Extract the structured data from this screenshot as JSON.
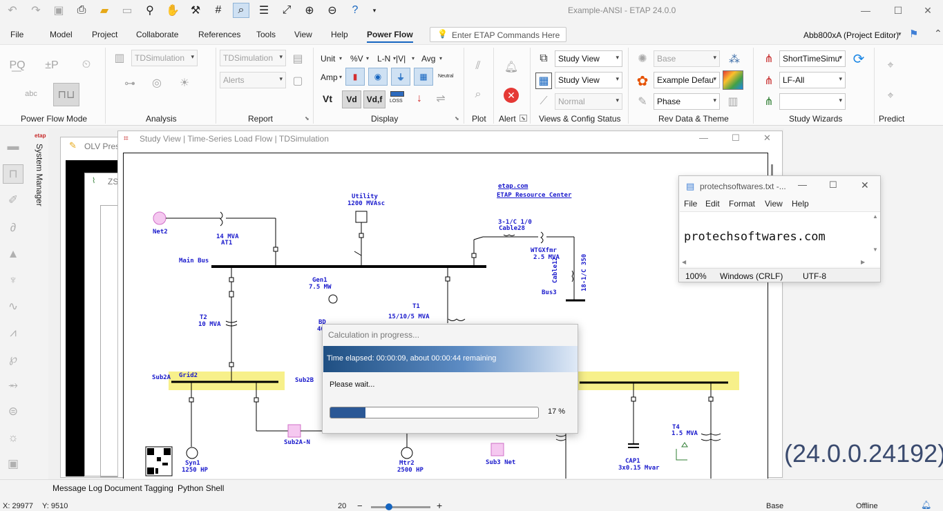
{
  "app": {
    "title": "Example-ANSI - ETAP 24.0.0",
    "user": "Abb800xA (Project Editor)",
    "version": "(24.0.0.24192)",
    "window_controls": [
      "—",
      "☐",
      "✕"
    ]
  },
  "menu": {
    "items": [
      "File",
      "Model",
      "Project",
      "Collaborate",
      "References",
      "Tools",
      "View",
      "Help",
      "Power Flow"
    ],
    "command_placeholder": "Enter ETAP Commands Here"
  },
  "ribbon": {
    "groups": {
      "power_flow_mode": "Power Flow Mode",
      "analysis": "Analysis",
      "report": "Report",
      "display": "Display",
      "plot": "Plot",
      "alert": "Alert",
      "views_config": "Views & Config Status",
      "rev_theme": "Rev Data & Theme",
      "study_wizards": "Study Wizards",
      "predict": "Predict"
    },
    "analysis_combo": "TDSimulation",
    "report_combo": "TDSimulation",
    "report_alerts": "Alerts",
    "display": {
      "unit": "Unit",
      "percent_v": "%V",
      "ln": "L-N",
      "abs_v": "|V|",
      "avg": "Avg",
      "amp": "Amp",
      "neutral": "Neutral",
      "vt": "Vt",
      "vd": "Vd",
      "vdf": "Vd,f",
      "loss": "LOSS"
    },
    "views": {
      "study_view_1": "Study View",
      "study_view_2": "Study View",
      "normal": "Normal"
    },
    "rev": {
      "base": "Base",
      "theme": "Example Defau",
      "phase": "Phase"
    },
    "wizards": {
      "short_time": "ShortTimeSimu",
      "lf_all": "LF-All",
      "empty": ""
    }
  },
  "dock": {
    "system_manager": "System Manager"
  },
  "windows": {
    "olv_title": "OLV Pres",
    "zs_title": "ZS",
    "study_view_title": "Study View | Time-Series Load Flow | TDSimulation"
  },
  "diagram": {
    "labels": {
      "net2": "Net2",
      "at1_mva": "14 MVA",
      "at1": "AT1",
      "utility": "Utility",
      "utility_mvasc": "1200 MVAsc",
      "etap_com": "etap.com",
      "etap_rc": "ETAP Resource Center",
      "cable28_size": "3-1/C 1/0",
      "cable28": "Cable28",
      "wtgxfmr": "WTGXfmr",
      "wtgxfmr_mva": "2.5 MVA",
      "cable12": "Cable12",
      "cable12_size": "18-1/C 350",
      "main_bus": "Main Bus",
      "gen1": "Gen1",
      "gen1_mw": "7.5 MW",
      "bus3": "Bus3",
      "t2": "T2",
      "t2_mva": "10 MVA",
      "t1": "T1",
      "t1_mva": "15/10/5 MVA",
      "bd": "BD",
      "bd_val": "40",
      "sub2a": "Sub2A",
      "grid2": "Grid2",
      "sub2b": "Sub2B",
      "sub2a_n": "Sub2A-N",
      "syn1": "Syn1",
      "syn1_hp": "1250 HP",
      "mtr2": "Mtr2",
      "mtr2_hp": "2500 HP",
      "sub3_net": "Sub3 Net",
      "cap1": "CAP1",
      "cap1_mvar": "3x0.15 Mvar",
      "t4": "T4",
      "t4_mva": "1.5 MVA"
    }
  },
  "notepad": {
    "title": "protechsoftwares.txt -...",
    "menu": [
      "File",
      "Edit",
      "Format",
      "View",
      "Help"
    ],
    "content": "protechsoftwares.com",
    "status": {
      "zoom": "100%",
      "eol": "Windows (CRLF)",
      "encoding": "UTF-8"
    }
  },
  "progress": {
    "title": "Calculation in progress...",
    "elapsed": "Time elapsed: 00:00:09, about 00:00:44 remaining",
    "wait": "Please wait...",
    "percent_text": "17 %",
    "percent": 17
  },
  "bottom_tabs": [
    "Message Log",
    "Document Tagging",
    "Python Shell"
  ],
  "status": {
    "x": "X: 29977",
    "y": "Y: 9510",
    "zoom": "20",
    "zoom_minus": "−",
    "zoom_plus": "+",
    "zoom_fraction": 0.3,
    "base": "Base",
    "mode": "Offline"
  },
  "colors": {
    "accent": "#1565c0",
    "diagram_text": "#1a1acc",
    "highlight_bus": "#f7f08a",
    "progress_fill": "#2b5896",
    "alert_red": "#e53935"
  }
}
